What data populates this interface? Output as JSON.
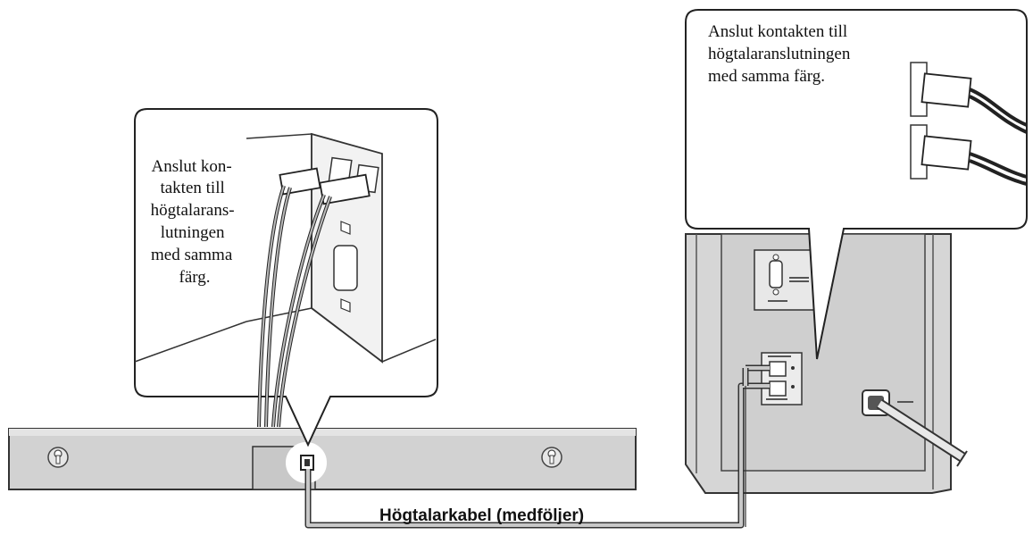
{
  "cable_label": "Högtalarkabel (medföljer)",
  "callout_left": {
    "lines": [
      "Anslut kon-",
      "takten till",
      "högtalarans-",
      "lutningen",
      "med samma",
      "färg."
    ]
  },
  "callout_right": {
    "lines": [
      "Anslut kontakten till",
      "högtalaranslutningen",
      "med samma färg."
    ]
  }
}
